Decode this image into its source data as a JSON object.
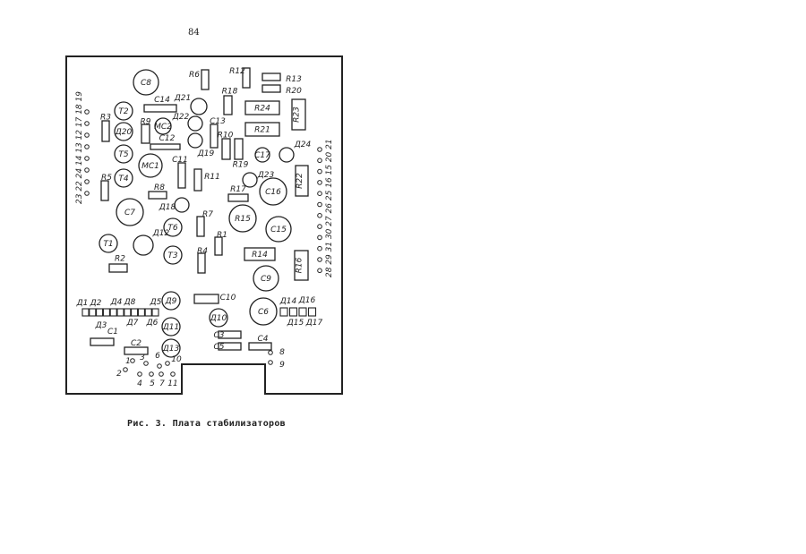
{
  "page_number": "84",
  "caption": "Рис. 3. Плата стабилизаторов",
  "diagram": {
    "circles": [
      "C8",
      "T2",
      "Д20",
      "T5",
      "T4",
      "MC1",
      "MC2",
      "C7",
      "Д12",
      "T6",
      "T3",
      "T1",
      "Д21",
      "Д22",
      "Д19",
      "Д18",
      "C17",
      "Д24",
      "Д23",
      "C16",
      "R15",
      "C15",
      "C9",
      "C6",
      "Д9",
      "Д11",
      "Д13",
      "Д10"
    ],
    "rects": [
      "R6",
      "R12",
      "R13",
      "R20",
      "R18",
      "R24",
      "R23",
      "C14",
      "R3",
      "R9",
      "C13",
      "R21",
      "C12",
      "R10",
      "R19",
      "C11",
      "R11",
      "R5",
      "R8",
      "R17",
      "R22",
      "R7",
      "R1",
      "R4",
      "R14",
      "R16",
      "R2",
      "C10",
      "C1",
      "C2",
      "C3",
      "C5",
      "C4"
    ],
    "diodes_left": [
      "Д1",
      "Д2",
      "Д4",
      "Д8",
      "Д5",
      "Д3",
      "Д7",
      "Д6"
    ],
    "diodes_right": [
      "Д14",
      "Д16",
      "Д15",
      "Д17"
    ],
    "pins_left_label": "23 22 24 14 13 12 17 18 19",
    "pins_right_label": "28 29 31 30 27 26 25 16 15 20 21",
    "pins_bottom": [
      "1",
      "3",
      "6",
      "10",
      "2",
      "4",
      "5",
      "7",
      "11",
      "8",
      "9"
    ]
  }
}
